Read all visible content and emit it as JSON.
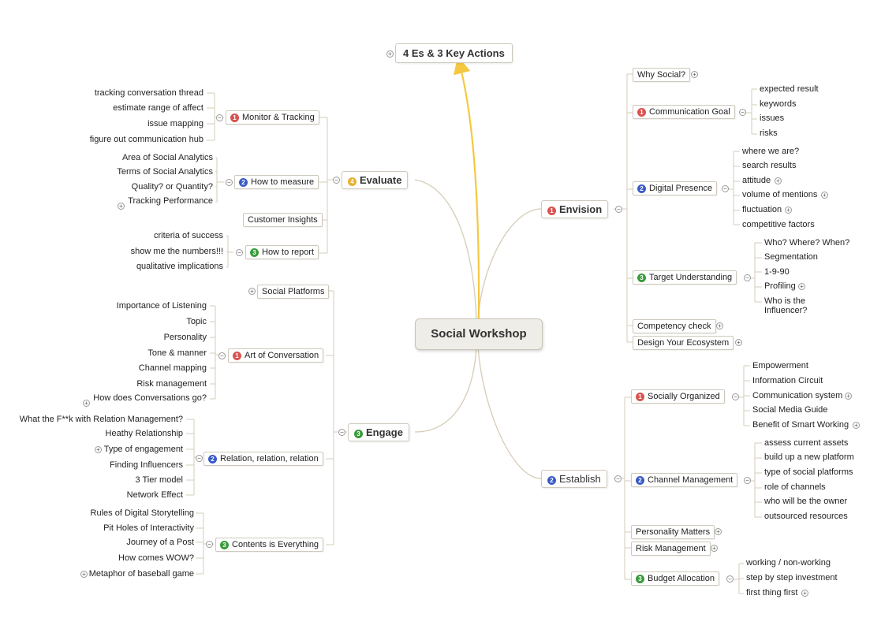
{
  "colors": {
    "edge": "#d6ccb8",
    "edge_highlight": "#f5c842",
    "badge_1": "#d9534f",
    "badge_2": "#3a5bc7",
    "badge_3": "#3a9b3a",
    "badge_4": "#e8b02e"
  },
  "central": {
    "label": "Social Workshop"
  },
  "top_topic": {
    "label": "4 Es & 3 Key Actions",
    "toggle": "+"
  },
  "branches": {
    "evaluate": {
      "label": "Evaluate",
      "badge": "4",
      "monitor": {
        "label": "Monitor & Tracking",
        "badge": "1",
        "items": [
          "tracking conversation thread",
          "estimate range of affect",
          "issue mapping",
          "figure out communication hub"
        ]
      },
      "measure": {
        "label": "How to measure",
        "badge": "2",
        "items": [
          "Area of Social Analytics",
          "Terms of Social Analytics",
          "Quality? or Quantity?",
          "Tracking Performance"
        ]
      },
      "insights": {
        "label": "Customer Insights"
      },
      "report": {
        "label": "How to report",
        "badge": "3",
        "items": [
          "criteria of success",
          "show me the numbers!!!",
          "qualitative implications"
        ]
      }
    },
    "engage": {
      "label": "Engage",
      "badge": "3",
      "platforms": {
        "label": "Social Platforms"
      },
      "conversation": {
        "label": "Art of Conversation",
        "badge": "1",
        "items": [
          "Importance of Listening",
          "Topic",
          "Personality",
          "Tone & manner",
          "Channel mapping",
          "Risk management",
          "How does Conversations go?"
        ]
      },
      "relation": {
        "label": "Relation, relation, relation",
        "badge": "2",
        "items": [
          "What the F**k with Relation Management?",
          "Heathy Relationship",
          "Type of engagement",
          "Finding Influencers",
          "3 Tier model",
          "Network Effect"
        ]
      },
      "contents": {
        "label": "Contents is Everything",
        "badge": "3",
        "items": [
          "Rules of Digital Storytelling",
          "Pit Holes of Interactivity",
          "Journey of a Post",
          "How comes WOW?",
          "Metaphor of baseball game"
        ]
      }
    },
    "envision": {
      "label": "Envision",
      "badge": "1",
      "why": {
        "label": "Why Social?"
      },
      "goal": {
        "label": "Communication Goal",
        "badge": "1",
        "items": [
          "expected result",
          "keywords",
          "issues",
          "risks"
        ]
      },
      "presence": {
        "label": "Digital Presence",
        "badge": "2",
        "items": [
          "where we are?",
          "search results",
          "attitude",
          "volume of mentions",
          "fluctuation",
          "competitive factors"
        ]
      },
      "target": {
        "label": "Target Understanding",
        "badge": "3",
        "items": [
          "Who? Where? When?",
          "Segmentation",
          "1-9-90",
          "Profiling",
          "Who is the",
          "Influencer?"
        ]
      },
      "competency": {
        "label": "Competency check"
      },
      "ecosystem": {
        "label": "Design Your Ecosystem"
      }
    },
    "establish": {
      "label": "Establish",
      "badge": "2",
      "organized": {
        "label": "Socially Organized",
        "badge": "1",
        "items": [
          "Empowerment",
          "Information Circuit",
          "Communication system",
          "Social Media Guide",
          "Benefit of Smart Working"
        ]
      },
      "channel": {
        "label": "Channel Management",
        "badge": "2",
        "items": [
          "assess current assets",
          "build up a new platform",
          "type of social platforms",
          "role of channels",
          "who will be the owner",
          "outsourced resources"
        ]
      },
      "personality": {
        "label": "Personality Matters"
      },
      "risk": {
        "label": "Risk Management"
      },
      "budget": {
        "label": "Budget Allocation",
        "badge": "3",
        "items": [
          "working / non-working",
          "step by step investment",
          "first thing first"
        ]
      }
    }
  }
}
